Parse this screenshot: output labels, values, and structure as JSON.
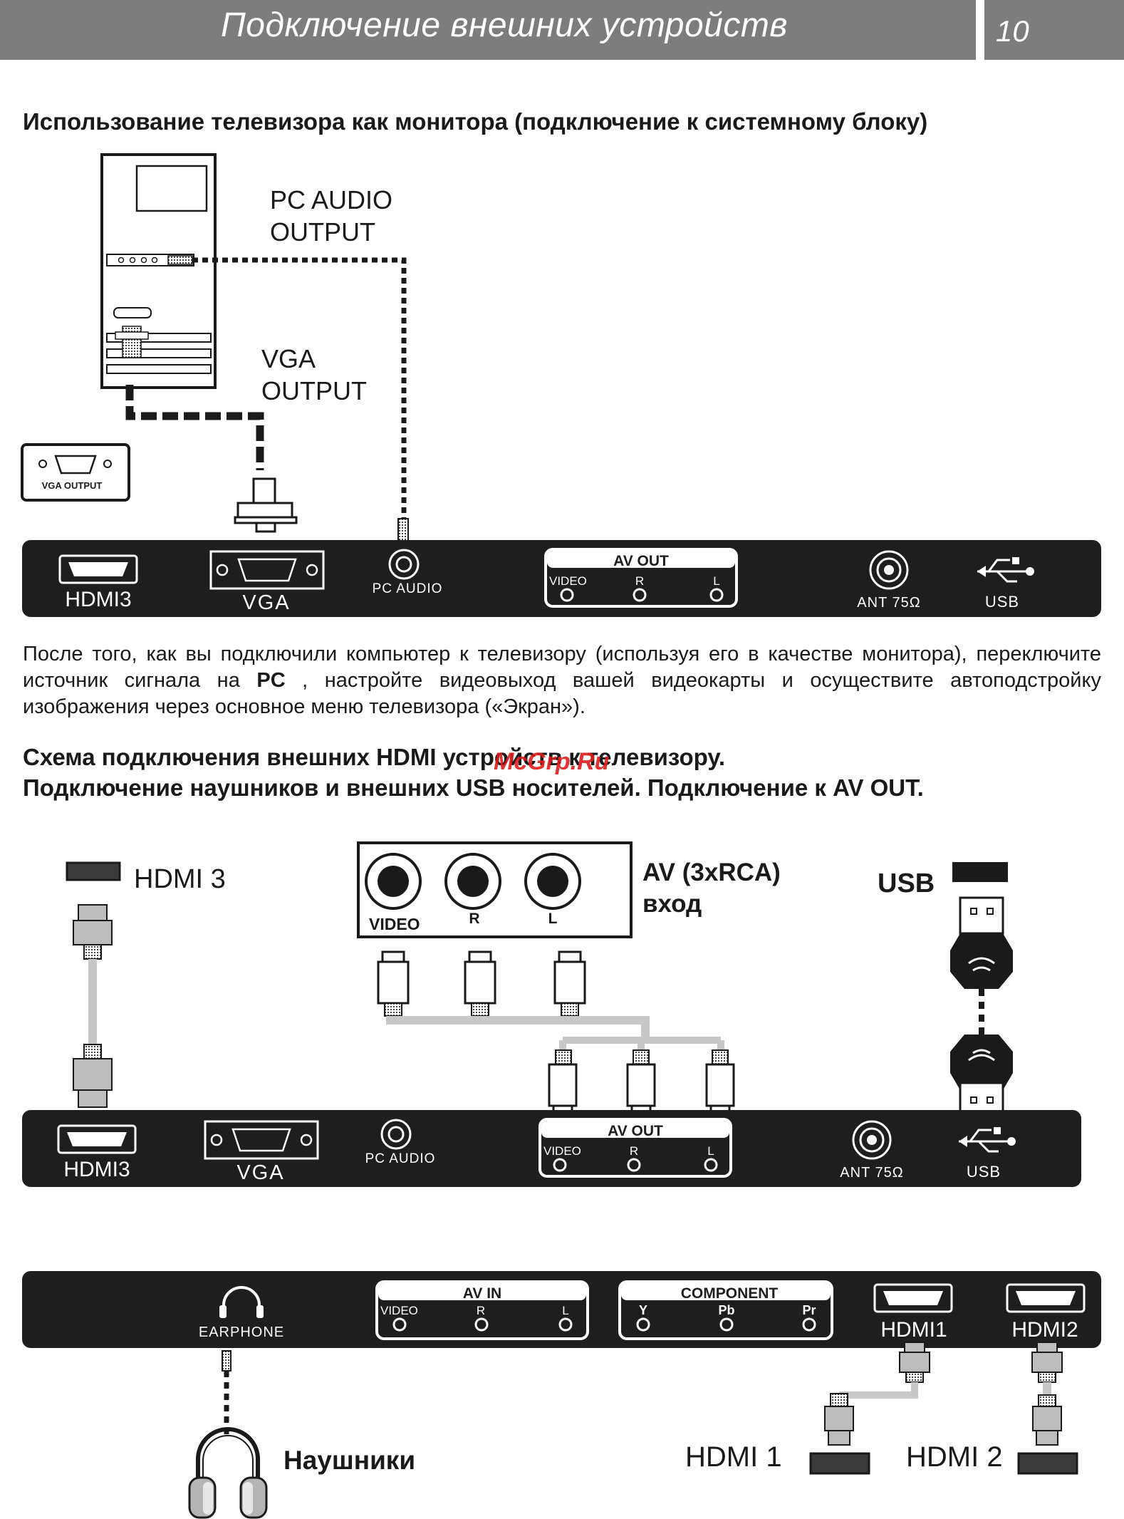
{
  "header": {
    "title": "Подключение внешних устройств",
    "page_number": "10"
  },
  "section1": {
    "heading": "Использование телевизора как монитора (подключение к системному блоку)",
    "pc_audio_label_1": "PC AUDIO",
    "pc_audio_label_2": "OUTPUT",
    "vga_label_1": "VGA",
    "vga_label_2": "OUTPUT",
    "vga_output_badge": "VGA OUTPUT"
  },
  "panel1": {
    "hdmi": "HDMI3",
    "vga": "VGA",
    "pc_audio": "PC AUDIO",
    "av_out": "AV  OUT",
    "video": "VIDEO",
    "r": "R",
    "l": "L",
    "ant": "ANT 75Ω",
    "usb": "USB"
  },
  "paragraph": {
    "part1": "После того, как вы подключили компьютер к телевизору (используя его в качестве монитора), переключите источник сигнала на ",
    "pc": "PC",
    "part2": " , настройте видеовыход вашей видеокарты и осуществите автоподстройку изображения через основное меню телевизора («Экран»)."
  },
  "section2": {
    "heading_line1": "Схема подключения внешних HDMI устройств к телевизору.",
    "heading_line2": "Подключение наушников и внешних USB носителей. Подключение к AV OUT.",
    "watermark": "McGrp.Ru",
    "hdmi3_label": "HDMI 3",
    "av_rca_line1": "AV (3xRCA)",
    "av_rca_line2": "вход",
    "usb_label": "USB",
    "rca_video": "VIDEO",
    "rca_r": "R",
    "rca_l": "L"
  },
  "panel2": {
    "hdmi": "HDMI3",
    "vga": "VGA",
    "pc_audio": "PC AUDIO",
    "av_out": "AV  OUT",
    "video": "VIDEO",
    "r": "R",
    "l": "L",
    "ant": "ANT 75Ω",
    "usb": "USB"
  },
  "panel3": {
    "earphone": "EARPHONE",
    "av_in": "AV IN",
    "video": "VIDEO",
    "r": "R",
    "l": "L",
    "component": "COMPONENT",
    "y": "Y",
    "pb": "Pb",
    "pr": "Pr",
    "hdmi1": "HDMI1",
    "hdmi2": "HDMI2"
  },
  "section3": {
    "headphones_label": "Наушники",
    "hdmi1_label": "HDMI 1",
    "hdmi2_label": "HDMI 2"
  }
}
